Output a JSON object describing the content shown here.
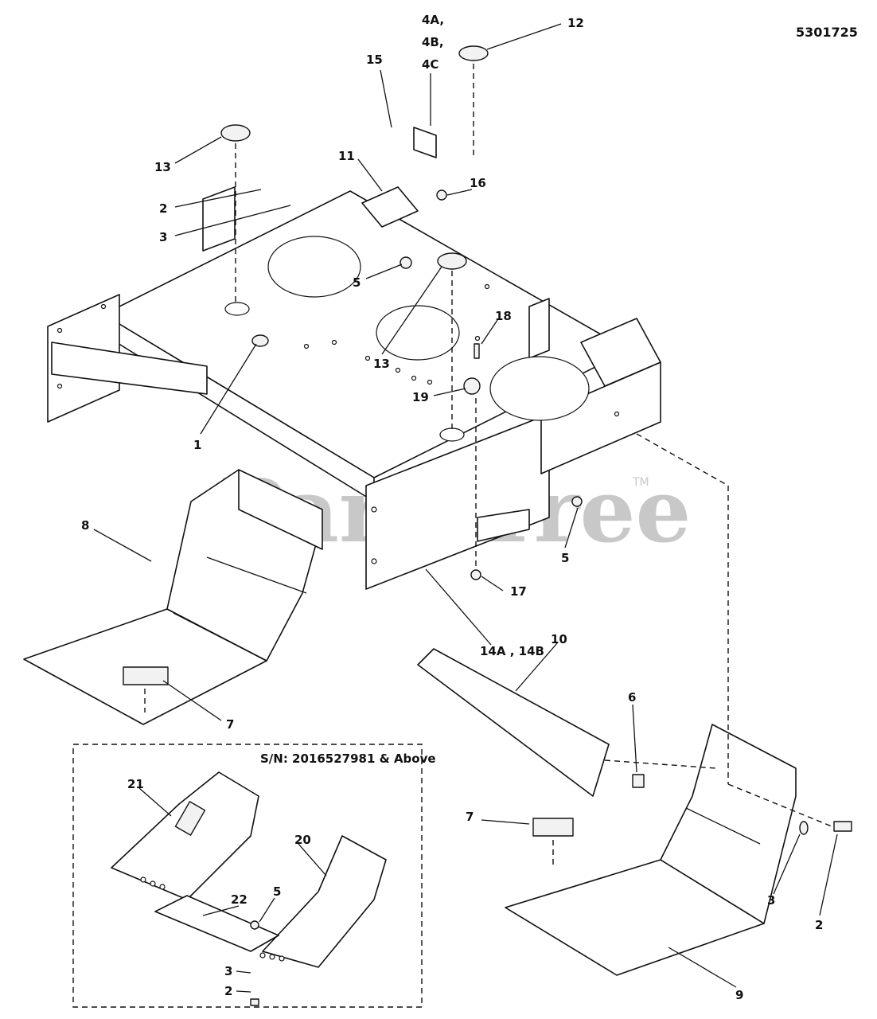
{
  "diagram": {
    "doc_number": "5301725",
    "watermark": "PartsTree",
    "trademark": "TM",
    "inset_title": "S/N: 2016527981 & Above",
    "callouts": {
      "c1": "1",
      "c2a": "2",
      "c2b": "2",
      "c2c": "2",
      "c3a": "3",
      "c3b": "3",
      "c3c": "3",
      "c4a": "4A,",
      "c4b": "4B,",
      "c4c": "4C",
      "c5a": "5",
      "c5b": "5",
      "c5c": "5",
      "c6": "6",
      "c7a": "7",
      "c7b": "7",
      "c8": "8",
      "c9": "9",
      "c10": "10",
      "c11": "11",
      "c12": "12",
      "c13a": "13",
      "c13b": "13",
      "c14": "14A , 14B",
      "c15": "15",
      "c16": "16",
      "c17": "17",
      "c18": "18",
      "c19": "19",
      "c20": "20",
      "c21": "21",
      "c22": "22"
    }
  }
}
